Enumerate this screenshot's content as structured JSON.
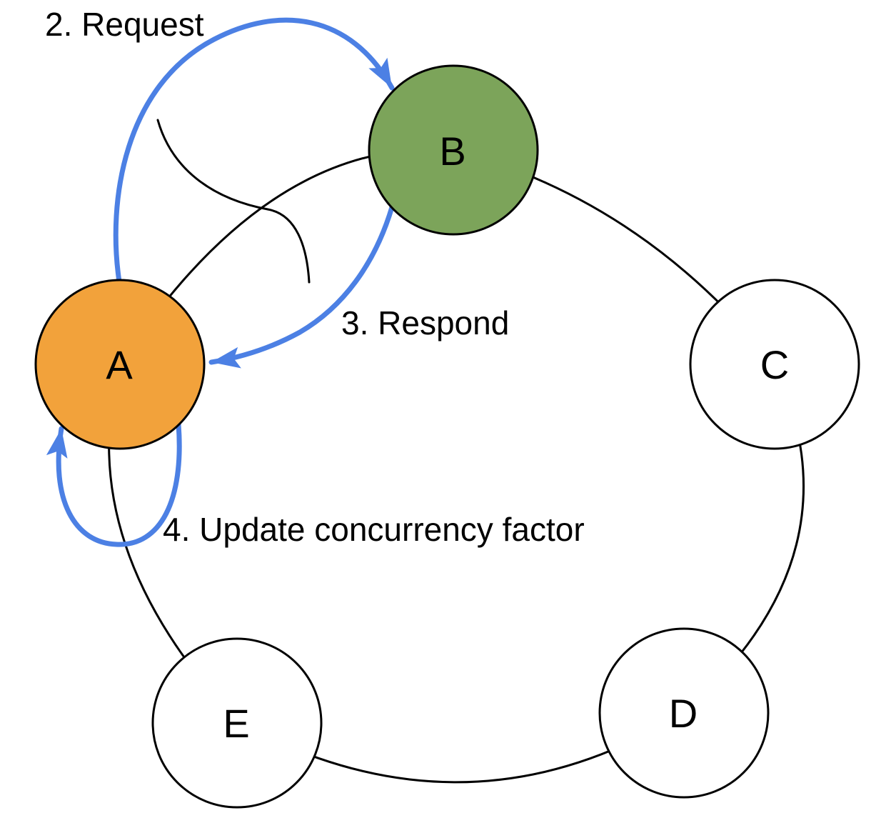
{
  "diagram": {
    "colors": {
      "arrow": "#4c80e4",
      "edge": "#000000",
      "text": "#000000",
      "background": "#ffffff"
    },
    "nodes": [
      {
        "id": "A",
        "label": "A",
        "fill": "#f2a23b"
      },
      {
        "id": "B",
        "label": "B",
        "fill": "#7ca45a"
      },
      {
        "id": "C",
        "label": "C",
        "fill": "#ffffff"
      },
      {
        "id": "D",
        "label": "D",
        "fill": "#ffffff"
      },
      {
        "id": "E",
        "label": "E",
        "fill": "#ffffff"
      }
    ],
    "annotations": [
      {
        "id": "request",
        "label": "2. Request"
      },
      {
        "id": "respond",
        "label": "3. Respond"
      },
      {
        "id": "update",
        "label": "4. Update concurrency factor"
      }
    ]
  }
}
